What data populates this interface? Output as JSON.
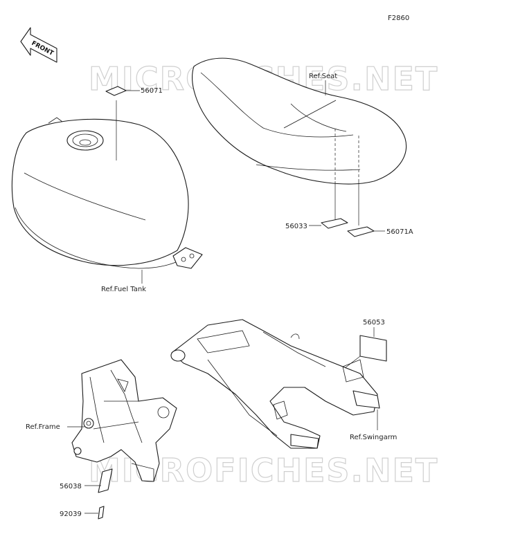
{
  "figure_code": "F2860",
  "front_arrow_label": "FRONT",
  "watermark": "MICROFICHES.NET",
  "labels": {
    "p56071": "56071",
    "ref_seat": "Ref.Seat",
    "p56033": "56033",
    "p56071a": "56071A",
    "ref_fuel_tank": "Ref.Fuel Tank",
    "p56053": "56053",
    "ref_swingarm": "Ref.Swingarm",
    "ref_frame": "Ref.Frame",
    "p56038": "56038",
    "p92039": "92039"
  }
}
